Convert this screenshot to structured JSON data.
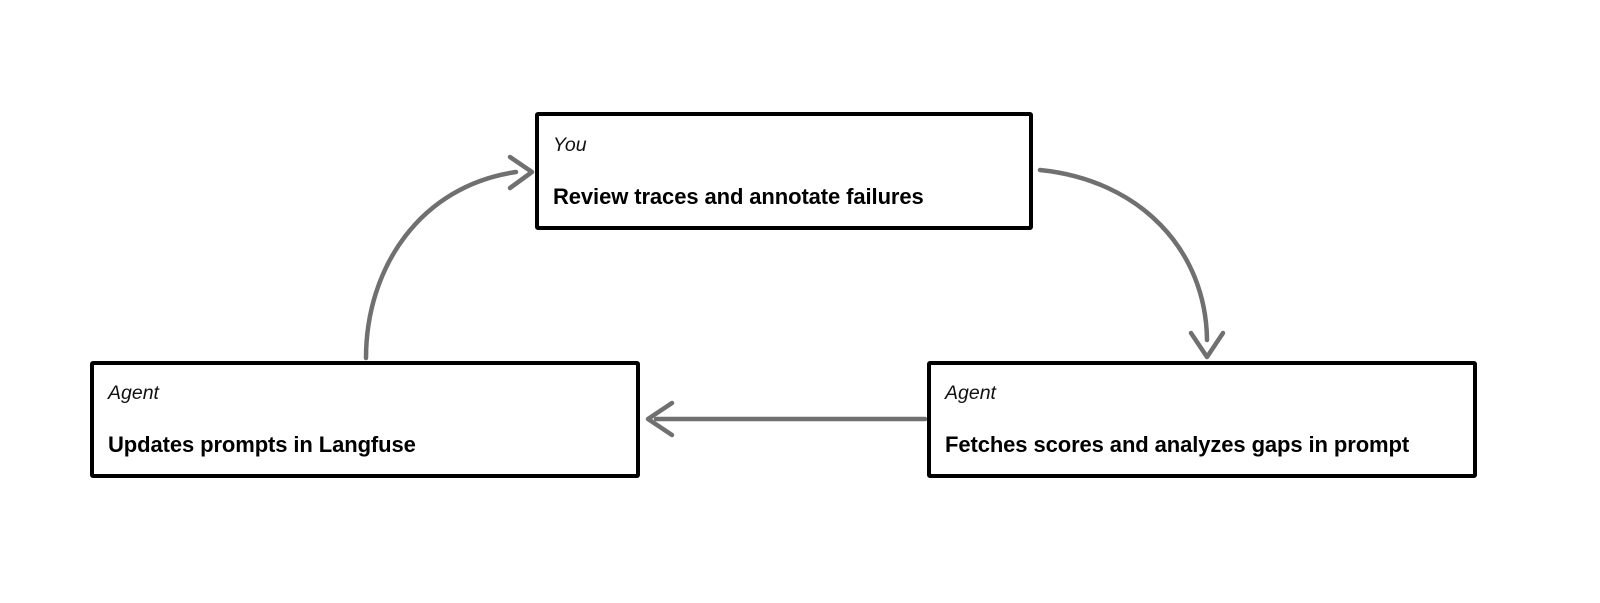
{
  "diagram": {
    "type": "cycle-flowchart",
    "background_color": "#ffffff",
    "node_border_color": "#000000",
    "edge_color": "#707070",
    "nodes": [
      {
        "id": "you",
        "role": "You",
        "title": "Review traces and annotate failures",
        "position": "top-center"
      },
      {
        "id": "fetches",
        "role": "Agent",
        "title": "Fetches scores and analyzes gaps in prompt",
        "position": "bottom-right"
      },
      {
        "id": "updates",
        "role": "Agent",
        "title": "Updates prompts in Langfuse",
        "position": "bottom-left"
      }
    ],
    "edges": [
      {
        "id": "you-to-fetches",
        "from": "you",
        "to": "fetches",
        "style": "curved",
        "direction": "clockwise-right"
      },
      {
        "id": "fetches-to-updates",
        "from": "fetches",
        "to": "updates",
        "style": "straight",
        "direction": "right-to-left"
      },
      {
        "id": "updates-to-you",
        "from": "updates",
        "to": "you",
        "style": "curved",
        "direction": "clockwise-left"
      }
    ]
  }
}
